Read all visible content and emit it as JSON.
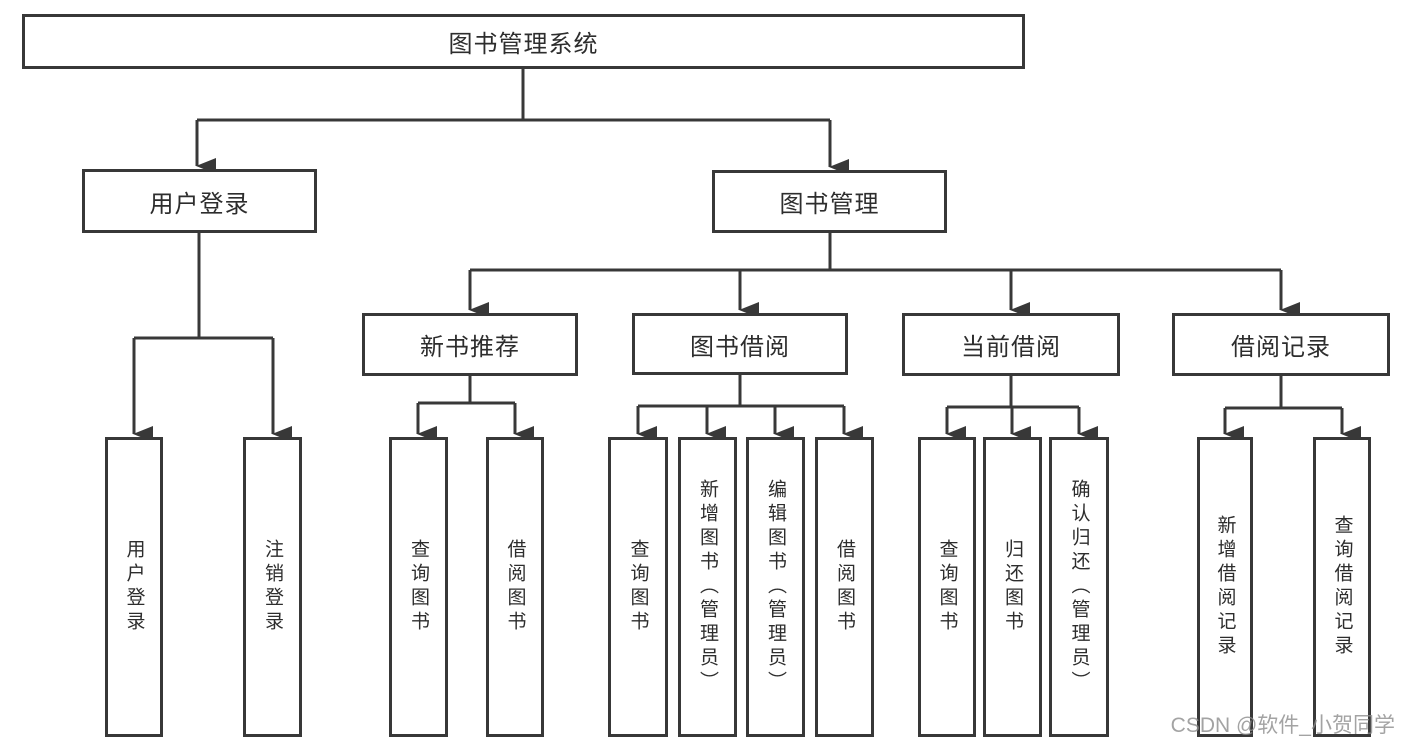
{
  "colors": {
    "line": "#383838",
    "box_border": "#383838",
    "text": "#2d2d2d",
    "background": "#ffffff",
    "watermark": "#8c8c8c"
  },
  "watermark": {
    "text": "CSDN @软件_小贺同学"
  },
  "tree": {
    "root": {
      "label": "图书管理系统"
    },
    "branches": [
      {
        "label": "用户登录",
        "children": [
          {
            "label": "用户登录"
          },
          {
            "label": "注销登录"
          }
        ]
      },
      {
        "label": "图书管理",
        "children": [
          {
            "label": "新书推荐",
            "children": [
              {
                "label": "查询图书"
              },
              {
                "label": "借阅图书"
              }
            ]
          },
          {
            "label": "图书借阅",
            "children": [
              {
                "label": "查询图书"
              },
              {
                "label": "新增图书（管理员）"
              },
              {
                "label": "编辑图书（管理员）"
              },
              {
                "label": "借阅图书"
              }
            ]
          },
          {
            "label": "当前借阅",
            "children": [
              {
                "label": "查询图书"
              },
              {
                "label": "归还图书"
              },
              {
                "label": "确认归还（管理员）"
              }
            ]
          },
          {
            "label": "借阅记录",
            "children": [
              {
                "label": "新增借阅记录"
              },
              {
                "label": "查询借阅记录"
              }
            ]
          }
        ]
      }
    ]
  }
}
